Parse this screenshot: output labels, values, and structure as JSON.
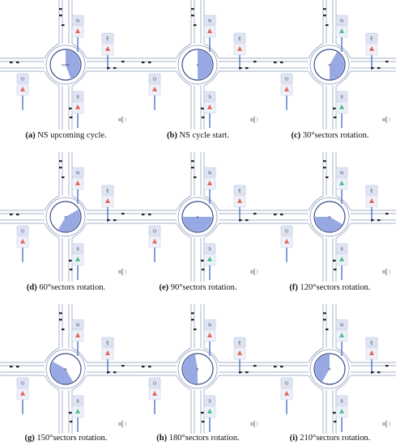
{
  "figure": {
    "panels": [
      {
        "letter": "(a)",
        "caption": "NS upcoming cycle.",
        "hub_label": "North",
        "rotation": 0,
        "sweep": 160
      },
      {
        "letter": "(b)",
        "caption": "NS cycle start.",
        "hub_label": "S",
        "rotation": 0,
        "sweep": 180
      },
      {
        "letter": "(c)",
        "caption": "30°sectors rotation.",
        "hub_label": "N",
        "rotation": 30,
        "sweep": 150
      },
      {
        "letter": "(d)",
        "caption": "60°sectors rotation.",
        "hub_label": "N",
        "rotation": 60,
        "sweep": 150
      },
      {
        "letter": "(e)",
        "caption": "90°sectors rotation.",
        "hub_label": "N",
        "rotation": 90,
        "sweep": 180
      },
      {
        "letter": "(f)",
        "caption": "120°sectors rotation.",
        "hub_label": "N",
        "rotation": 120,
        "sweep": 150
      },
      {
        "letter": "(g)",
        "caption": "150°sectors rotation.",
        "hub_label": "N",
        "rotation": 150,
        "sweep": 150
      },
      {
        "letter": "(h)",
        "caption": "180°sectors rotation.",
        "hub_label": "N",
        "rotation": 180,
        "sweep": 170
      },
      {
        "letter": "(i)",
        "caption": "210°sectors rotation.",
        "hub_label": "N",
        "rotation": 210,
        "sweep": 150
      }
    ],
    "signals": {
      "north": "N",
      "east": "E",
      "south": "S",
      "west": "O"
    },
    "colors": {
      "road": "#8796b8",
      "sector": "#8c9ee0",
      "sign_bg": "#dfe4f5",
      "arrow_red": "#e06a5a",
      "arrow_green": "#4fbf8f",
      "arrow_blue": "#4f74c8"
    }
  }
}
